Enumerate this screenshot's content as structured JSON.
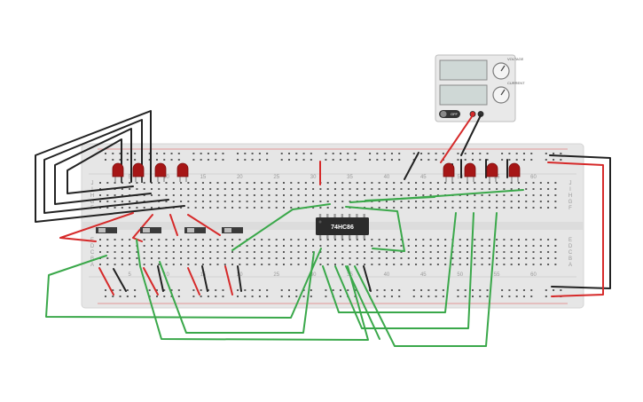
{
  "circuit": {
    "chip_label": "74HC86",
    "column_numbers": [
      "5",
      "10",
      "15",
      "20",
      "25",
      "30",
      "35",
      "40",
      "45",
      "50",
      "55",
      "60"
    ],
    "row_letters_top": [
      "J",
      "I",
      "H",
      "G",
      "F"
    ],
    "row_letters_bottom": [
      "E",
      "D",
      "C",
      "B",
      "A"
    ],
    "power_supply": {
      "switch_label": "OFF",
      "knob_labels": [
        "VOLTAGE",
        "CURRENT"
      ]
    },
    "colors": {
      "board": "#e6e6e6",
      "wire_black": "#222222",
      "wire_red": "#d62a2a",
      "wire_green": "#3aa84a",
      "led": "#a61616",
      "chip": "#2b2b2b"
    }
  }
}
